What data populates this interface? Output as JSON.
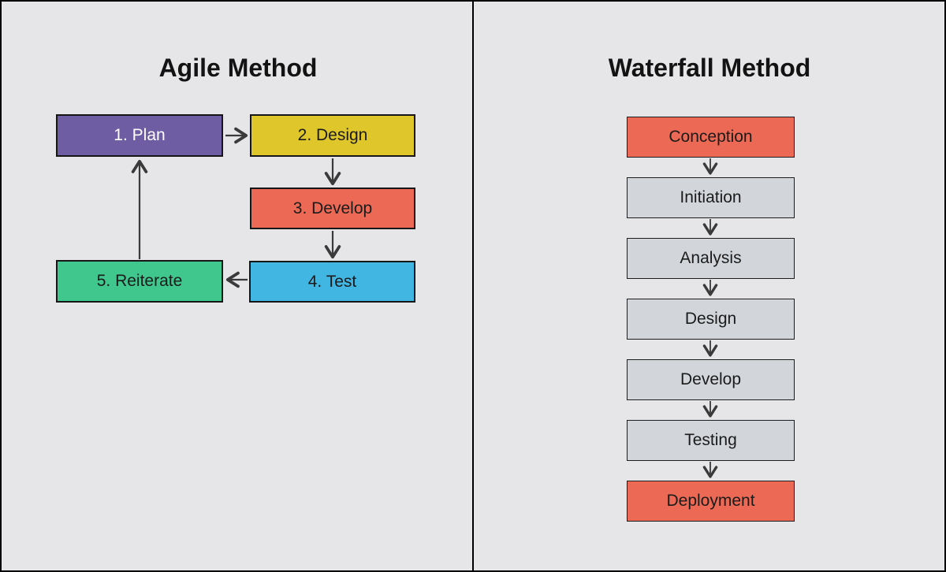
{
  "canvas": {
    "background": "#e6e6e8",
    "frame_color": "#000000",
    "arrow_color": "#3a3a3a"
  },
  "agile": {
    "title": "Agile Method",
    "nodes": [
      {
        "id": "plan",
        "label": "1. Plan",
        "color": "#6e5da3",
        "text_color": "#ffffff"
      },
      {
        "id": "design",
        "label": "2. Design",
        "color": "#dfc72b",
        "text_color": "#1b1b1b"
      },
      {
        "id": "develop",
        "label": "3. Develop",
        "color": "#ec6a55",
        "text_color": "#1b1b1b"
      },
      {
        "id": "test",
        "label": "4. Test",
        "color": "#41b6e3",
        "text_color": "#1b1b1b"
      },
      {
        "id": "reiterate",
        "label": "5. Reiterate",
        "color": "#3fc78d",
        "text_color": "#1b1b1b"
      }
    ],
    "edges": [
      {
        "from": "1. Plan",
        "to": "2. Design"
      },
      {
        "from": "2. Design",
        "to": "3. Develop"
      },
      {
        "from": "3. Develop",
        "to": "4. Test"
      },
      {
        "from": "4. Test",
        "to": "5. Reiterate"
      },
      {
        "from": "5. Reiterate",
        "to": "1. Plan"
      }
    ]
  },
  "waterfall": {
    "title": "Waterfall Method",
    "nodes": [
      {
        "id": "conception",
        "label": "Conception",
        "color": "#ec6a55",
        "text_color": "#1b1b1b"
      },
      {
        "id": "initiation",
        "label": "Initiation",
        "color": "#d2d6da",
        "text_color": "#1b1b1b"
      },
      {
        "id": "analysis",
        "label": "Analysis",
        "color": "#d2d6da",
        "text_color": "#1b1b1b"
      },
      {
        "id": "design",
        "label": "Design",
        "color": "#d2d6da",
        "text_color": "#1b1b1b"
      },
      {
        "id": "develop",
        "label": "Develop",
        "color": "#d2d6da",
        "text_color": "#1b1b1b"
      },
      {
        "id": "testing",
        "label": "Testing",
        "color": "#d2d6da",
        "text_color": "#1b1b1b"
      },
      {
        "id": "deployment",
        "label": "Deployment",
        "color": "#ec6a55",
        "text_color": "#1b1b1b"
      }
    ],
    "edges": [
      {
        "from": "Conception",
        "to": "Initiation"
      },
      {
        "from": "Initiation",
        "to": "Analysis"
      },
      {
        "from": "Analysis",
        "to": "Design"
      },
      {
        "from": "Design",
        "to": "Develop"
      },
      {
        "from": "Develop",
        "to": "Testing"
      },
      {
        "from": "Testing",
        "to": "Deployment"
      }
    ]
  }
}
